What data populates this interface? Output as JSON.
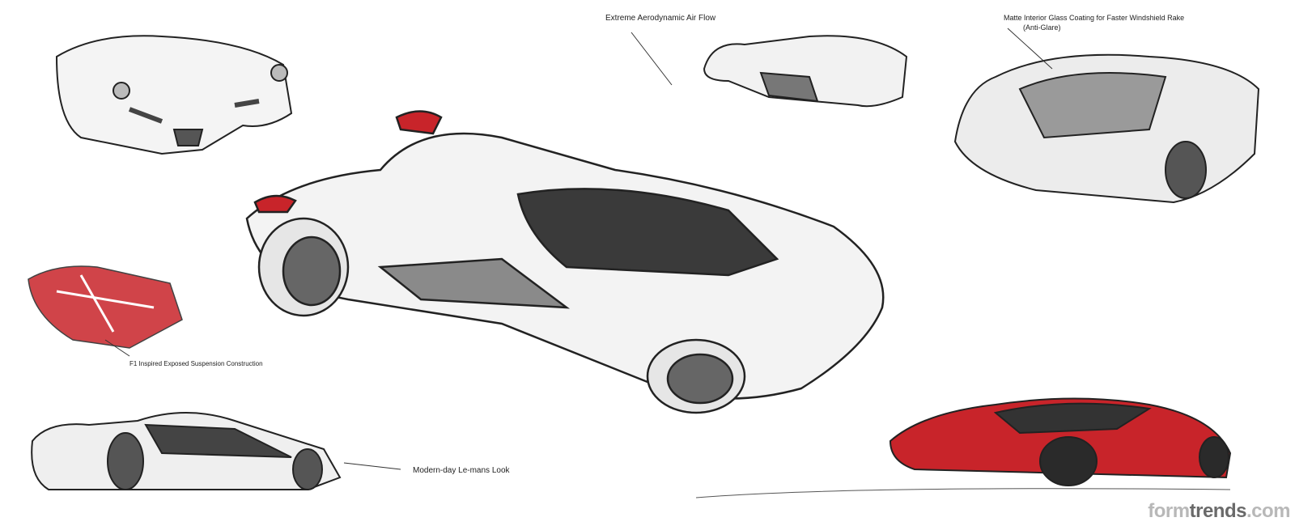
{
  "annotations": {
    "aero": "Extreme Aerodynamic Air Flow",
    "glass_line1": "Matte Interior Glass Coating for Faster Windshield Rake",
    "glass_line2": "(Anti-Glare)",
    "f1": "F1 Inspired Exposed Suspension Construction",
    "lemans": "Modern-day Le-mans Look"
  },
  "watermark": {
    "part1": "form",
    "part2": "trends",
    "part3": ".com"
  },
  "colors": {
    "accent_red": "#c8242a",
    "ink": "#222222",
    "shade": "#555555"
  }
}
